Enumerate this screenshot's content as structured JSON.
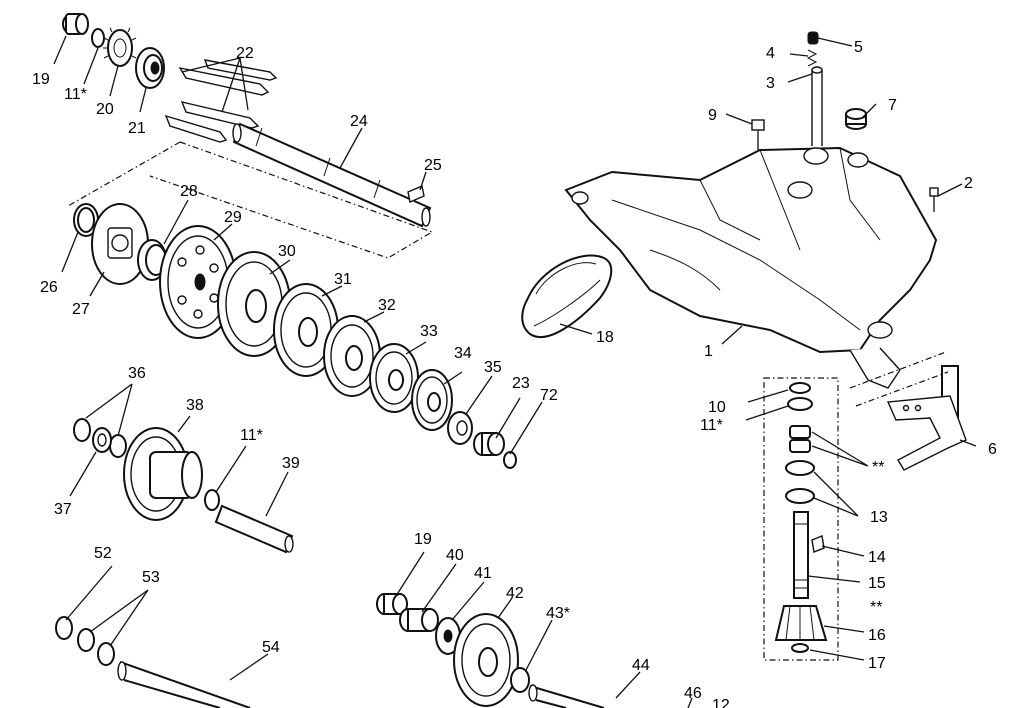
{
  "diagram": {
    "type": "exploded parts diagram",
    "line_color": "#111111",
    "background": "#ffffff",
    "callouts": {
      "c1": "1",
      "c2": "2",
      "c3": "3",
      "c4": "4",
      "c5": "5",
      "c6": "6",
      "c7": "7",
      "c9": "9",
      "c10": "10",
      "c11a": "11*",
      "c11b": "11*",
      "c11c": "11*",
      "c12": "12",
      "c13": "13",
      "c14": "14",
      "c15": "15",
      "c16": "16",
      "c17": "17",
      "c18": "18",
      "c19a": "19",
      "c19b": "19",
      "c20": "20",
      "c21": "21",
      "c22": "22",
      "c23": "23",
      "c24": "24",
      "c25": "25",
      "c26": "26",
      "c27": "27",
      "c28": "28",
      "c29": "29",
      "c30": "30",
      "c31": "31",
      "c32": "32",
      "c33": "33",
      "c34": "34",
      "c35": "35",
      "c36": "36",
      "c37": "37",
      "c38": "38",
      "c39": "39",
      "c40": "40",
      "c41": "41",
      "c42": "42",
      "c43": "43*",
      "c44": "44",
      "c46": "46",
      "c52": "52",
      "c53": "53",
      "c54": "54",
      "c72": "72",
      "dstar1": "**",
      "dstar2": "**"
    }
  }
}
